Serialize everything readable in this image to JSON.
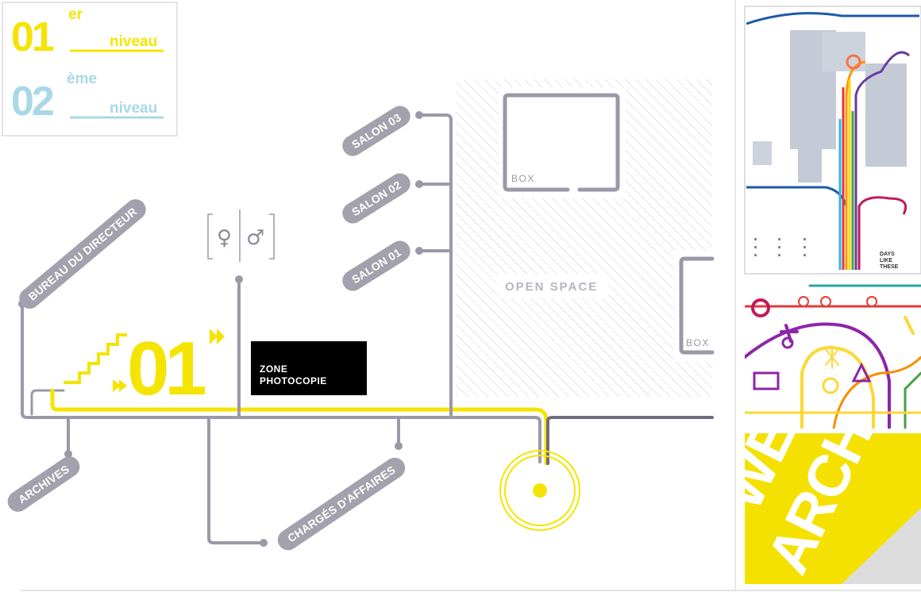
{
  "legend": {
    "level1": {
      "number": "01",
      "suffix": "er",
      "word": "niveau"
    },
    "level2": {
      "number": "02",
      "suffix": "ème",
      "word": "niveau"
    }
  },
  "colors": {
    "level1": "#f5e400",
    "level2": "#a9d8e6",
    "line_gray": "#9b99a8",
    "bubble_gray": "#a3a1ad",
    "zone_black": "#000000"
  },
  "labels": {
    "bureau_directeur": "BUREAU DU DIRECTEUR",
    "archives": "ARCHIVES",
    "charges_affaires": "CHARGÉS D'AFFAIRES",
    "salon_01": "SALON 01",
    "salon_02": "SALON 02",
    "salon_03": "SALON 03",
    "zone_line1": "ZONE",
    "zone_line2": "PHOTOCOPIE",
    "open_space": "OPEN SPACE",
    "box": "BOX",
    "stop_number": "01",
    "female_symbol": "♀",
    "male_symbol": "♂"
  },
  "thumbnails": {
    "map_caption_1": "DAYS",
    "map_caption_2": "LIKE",
    "map_caption_3": "THESE",
    "poster_line1": "WEST",
    "poster_line2": "ARCHITE"
  }
}
